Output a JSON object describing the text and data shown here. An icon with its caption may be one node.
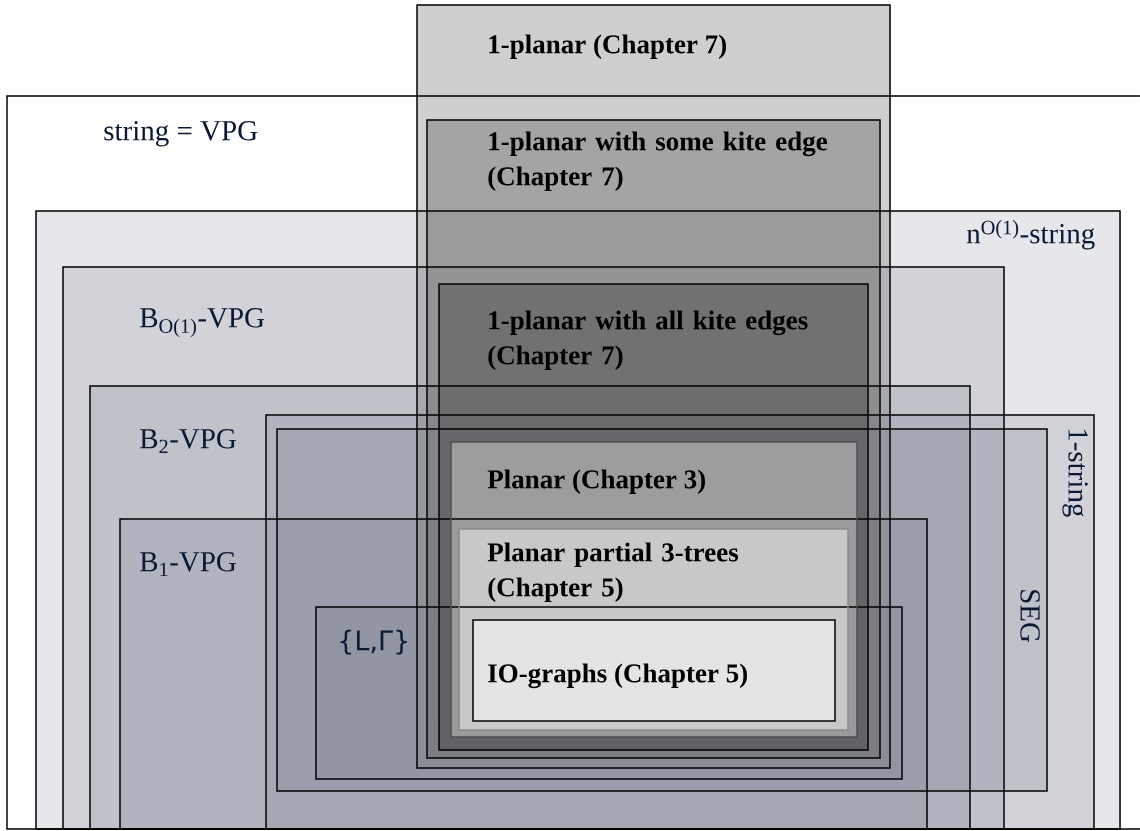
{
  "diagram": {
    "nodes": [
      {
        "text": [
          "1-planar (Chapter 7)"
        ]
      },
      {
        "text": [
          "string = VPG"
        ]
      },
      {
        "text": [
          "1-planar with some kite edge (Chapter 7)"
        ],
        "in": 0
      },
      {
        "text": [
          "n$^{O(1)}$-string"
        ],
        "in": 1
      },
      {
        "text": [
          "B$_{O(1)}$-VPG"
        ],
        "in": 3
      },
      {
        "text": [
          "1-planar with all kite edges (Chapter 7)"
        ]
      },
      {
        "text": [
          "B$_{2}$-VPG"
        ],
        "in": 4
      },
      {
        "text": [
          "1-string"
        ],
        "in": 3
      },
      {
        "text": [
          "SEG"
        ],
        "in": 7
      },
      {
        "text": [
          "Planar (Chapter 3)"
        ]
      },
      {
        "text": [
          "B$_{1}$-VPG"
        ],
        "in": 6
      },
      {
        "text": [
          "Planar partial 3-trees (Chapter 5)"
        ]
      },
      {
        "text": [
          "{L,Γ}"
        ]
      },
      {
        "text": [
          "IO-graphs (Chapter 5)"
        ]
      }
    ]
  }
}
